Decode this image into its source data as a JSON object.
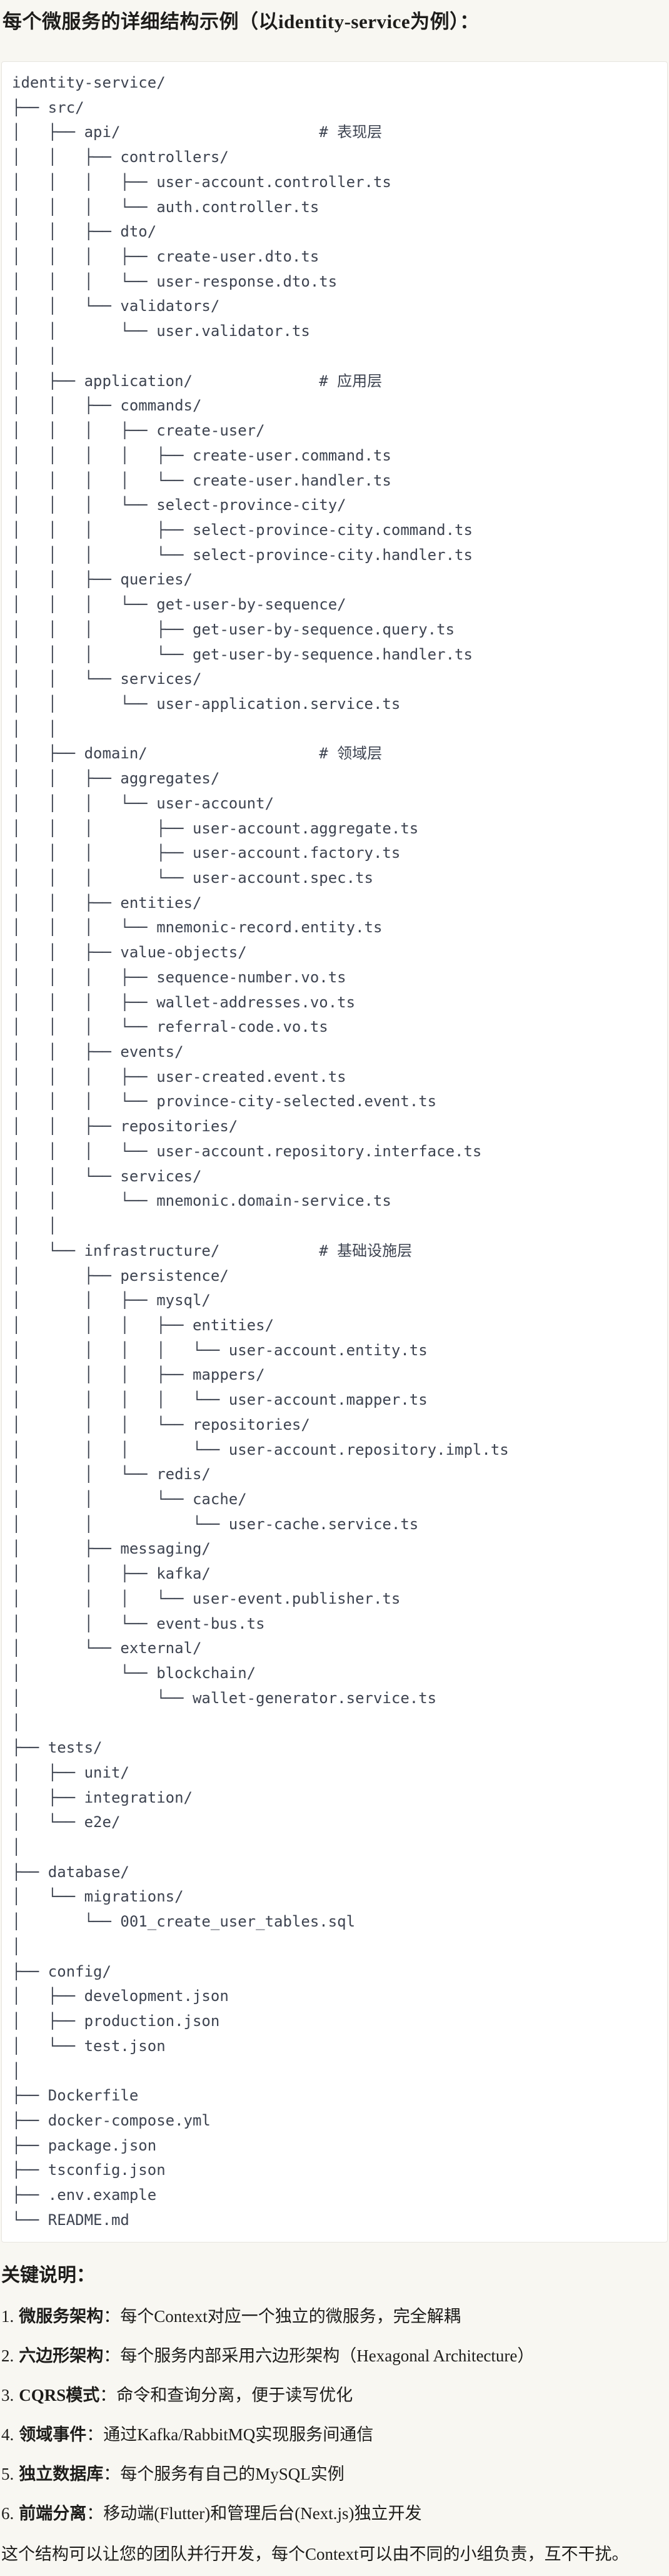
{
  "page": {
    "title": "每个微服务的详细结构示例（以identity-service为例）："
  },
  "tree": {
    "lines": [
      "identity-service/",
      "├── src/",
      "│   ├── api/                      # 表现层",
      "│   │   ├── controllers/",
      "│   │   │   ├── user-account.controller.ts",
      "│   │   │   └── auth.controller.ts",
      "│   │   ├── dto/",
      "│   │   │   ├── create-user.dto.ts",
      "│   │   │   └── user-response.dto.ts",
      "│   │   └── validators/",
      "│   │       └── user.validator.ts",
      "│   │",
      "│   ├── application/              # 应用层",
      "│   │   ├── commands/",
      "│   │   │   ├── create-user/",
      "│   │   │   │   ├── create-user.command.ts",
      "│   │   │   │   └── create-user.handler.ts",
      "│   │   │   └── select-province-city/",
      "│   │   │       ├── select-province-city.command.ts",
      "│   │   │       └── select-province-city.handler.ts",
      "│   │   ├── queries/",
      "│   │   │   └── get-user-by-sequence/",
      "│   │   │       ├── get-user-by-sequence.query.ts",
      "│   │   │       └── get-user-by-sequence.handler.ts",
      "│   │   └── services/",
      "│   │       └── user-application.service.ts",
      "│   │",
      "│   ├── domain/                   # 领域层",
      "│   │   ├── aggregates/",
      "│   │   │   └── user-account/",
      "│   │   │       ├── user-account.aggregate.ts",
      "│   │   │       ├── user-account.factory.ts",
      "│   │   │       └── user-account.spec.ts",
      "│   │   ├── entities/",
      "│   │   │   └── mnemonic-record.entity.ts",
      "│   │   ├── value-objects/",
      "│   │   │   ├── sequence-number.vo.ts",
      "│   │   │   ├── wallet-addresses.vo.ts",
      "│   │   │   └── referral-code.vo.ts",
      "│   │   ├── events/",
      "│   │   │   ├── user-created.event.ts",
      "│   │   │   └── province-city-selected.event.ts",
      "│   │   ├── repositories/",
      "│   │   │   └── user-account.repository.interface.ts",
      "│   │   └── services/",
      "│   │       └── mnemonic.domain-service.ts",
      "│   │",
      "│   └── infrastructure/           # 基础设施层",
      "│       ├── persistence/",
      "│       │   ├── mysql/",
      "│       │   │   ├── entities/",
      "│       │   │   │   └── user-account.entity.ts",
      "│       │   │   ├── mappers/",
      "│       │   │   │   └── user-account.mapper.ts",
      "│       │   │   └── repositories/",
      "│       │   │       └── user-account.repository.impl.ts",
      "│       │   └── redis/",
      "│       │       └── cache/",
      "│       │           └── user-cache.service.ts",
      "│       ├── messaging/",
      "│       │   ├── kafka/",
      "│       │   │   └── user-event.publisher.ts",
      "│       │   └── event-bus.ts",
      "│       └── external/",
      "│           └── blockchain/",
      "│               └── wallet-generator.service.ts",
      "│",
      "├── tests/",
      "│   ├── unit/",
      "│   ├── integration/",
      "│   └── e2e/",
      "│",
      "├── database/",
      "│   └── migrations/",
      "│       └── 001_create_user_tables.sql",
      "│",
      "├── config/",
      "│   ├── development.json",
      "│   ├── production.json",
      "│   └── test.json",
      "│",
      "├── Dockerfile",
      "├── docker-compose.yml",
      "├── package.json",
      "├── tsconfig.json",
      "├── .env.example",
      "└── README.md"
    ]
  },
  "notes": {
    "heading": "关键说明：",
    "items": [
      {
        "num": "1.",
        "label": "微服务架构",
        "sep": "：",
        "text": "每个Context对应一个独立的微服务，完全解耦"
      },
      {
        "num": "2.",
        "label": "六边形架构",
        "sep": "：",
        "text": "每个服务内部采用六边形架构（Hexagonal Architecture）"
      },
      {
        "num": "3.",
        "label": "CQRS模式",
        "sep": "：",
        "text": "命令和查询分离，便于读写优化"
      },
      {
        "num": "4.",
        "label": "领域事件",
        "sep": "：",
        "text": "通过Kafka/RabbitMQ实现服务间通信"
      },
      {
        "num": "5.",
        "label": "独立数据库",
        "sep": "：",
        "text": "每个服务有自己的MySQL实例"
      },
      {
        "num": "6.",
        "label": "前端分离",
        "sep": "：",
        "text": "移动端(Flutter)和管理后台(Next.js)独立开发"
      }
    ],
    "closing": "这个结构可以让您的团队并行开发，每个Context可以由不同的小组负责，互不干扰。"
  },
  "colors": {
    "page_bg": "#f8f7f2",
    "code_bg": "#ffffff",
    "code_border": "#e7e5df",
    "code_text": "#3d4350",
    "body_text": "#1d1c1a"
  }
}
